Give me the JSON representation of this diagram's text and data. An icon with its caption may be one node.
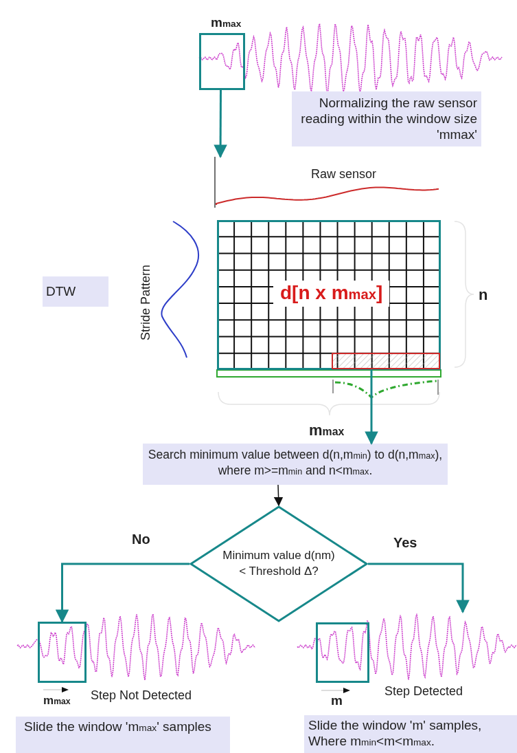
{
  "diagram": {
    "nodes": [
      {
        "text": [],
        "shape": "box",
        "beside": [
          "m$_{max}$"
        ]
      },
      {
        "text": [
          "Normalizing the raw sensor reading within the window size 'mmax'"
        ]
      },
      {
        "text": [
          "DTW"
        ]
      },
      {
        "text": [
          "d[n x m$_{max}$]"
        ]
      },
      {
        "text": [
          "Search minimum value between d(n,m$_{min}$) to d(n,m$_{max}$), where m>=m$_{min}$ and n<m$_{max}$."
        ]
      },
      {
        "text": [
          "Minimum value d(nm) < Threshold Δ?"
        ]
      },
      {
        "text": [],
        "shape": "box",
        "beside": [
          "m$_{max}$"
        ]
      },
      {
        "text": [],
        "shape": "box",
        "beside": [
          "m"
        ]
      },
      {
        "text": [
          "Slide the window 'm$_{max}$' samples"
        ]
      },
      {
        "text": [
          "Slide the window 'm' samples, Where m$_{min}$<m<m$_{max}$."
        ]
      }
    ],
    "edges": [
      {
        "from": 0,
        "to": null,
        "arrow": "to"
      },
      {
        "from": 3,
        "to": 4,
        "arrow": "to"
      },
      {
        "from": 4,
        "to": 5,
        "arrow": "to",
        "color": "#111111"
      },
      {
        "from": 5,
        "to": 6,
        "arrow": "to",
        "label": "No"
      },
      {
        "from": 5,
        "to": null,
        "arrow": "to",
        "label": "Yes"
      }
    ],
    "labels": [
      "Raw sensor",
      "Stride Pattern",
      "n",
      "m$_{max}$",
      "Step Not Detected",
      "Step Detected"
    ]
  }
}
